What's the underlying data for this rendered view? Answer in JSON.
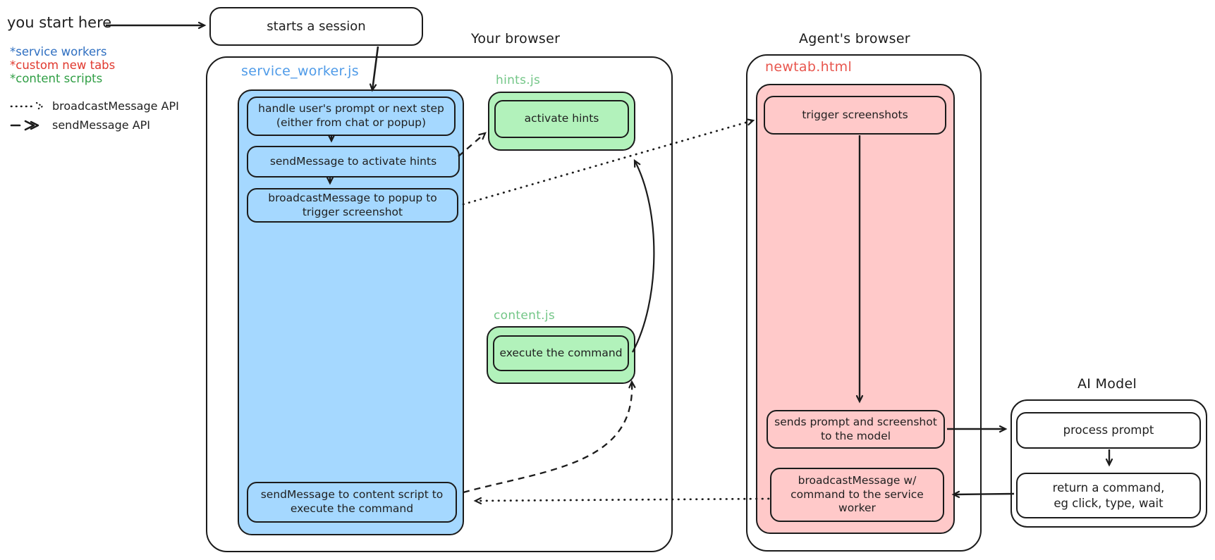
{
  "annotations": {
    "you_start_here": "you start here"
  },
  "start_box": {
    "label": "starts a session"
  },
  "legend": {
    "categories": [
      {
        "label": "*service workers",
        "color": "#2f6fc1"
      },
      {
        "label": "*custom new tabs",
        "color": "#e0382e"
      },
      {
        "label": "*content scripts",
        "color": "#2f9e44"
      }
    ],
    "arrow_types": [
      {
        "style": "dotted",
        "label": "broadcastMessage API"
      },
      {
        "style": "dashed",
        "label": "sendMessage API"
      }
    ]
  },
  "your_browser": {
    "title": "Your browser",
    "service_worker": {
      "label": "service_worker.js",
      "label_color": "#4f9be8",
      "fill": "#a5d8ff",
      "steps": [
        "handle user's prompt or next step\n(either from chat or popup)",
        "sendMessage to activate hints",
        "broadcastMessage to popup to\ntrigger screenshot",
        "sendMessage to content script to\nexecute the command"
      ]
    },
    "hints": {
      "label": "hints.js",
      "label_color": "#73c687",
      "fill": "#b2f2bb",
      "step": "activate hints"
    },
    "content": {
      "label": "content.js",
      "label_color": "#73c687",
      "fill": "#b2f2bb",
      "step": "execute the command"
    }
  },
  "agents_browser": {
    "title": "Agent's browser",
    "newtab": {
      "label": "newtab.html",
      "label_color": "#e8564e",
      "fill": "#ffc9c9",
      "steps": [
        "trigger screenshots",
        "sends prompt and screenshot\nto the model",
        "broadcastMessage w/\ncommand to the service\nworker"
      ]
    }
  },
  "ai_model": {
    "title": "AI Model",
    "steps": [
      "process prompt",
      "return a command,\neg click, type, wait"
    ]
  },
  "colors": {
    "stroke": "#1b1b1b",
    "blue_fill": "#a5d8ff",
    "green_fill": "#b2f2bb",
    "pink_fill": "#ffc9c9"
  }
}
